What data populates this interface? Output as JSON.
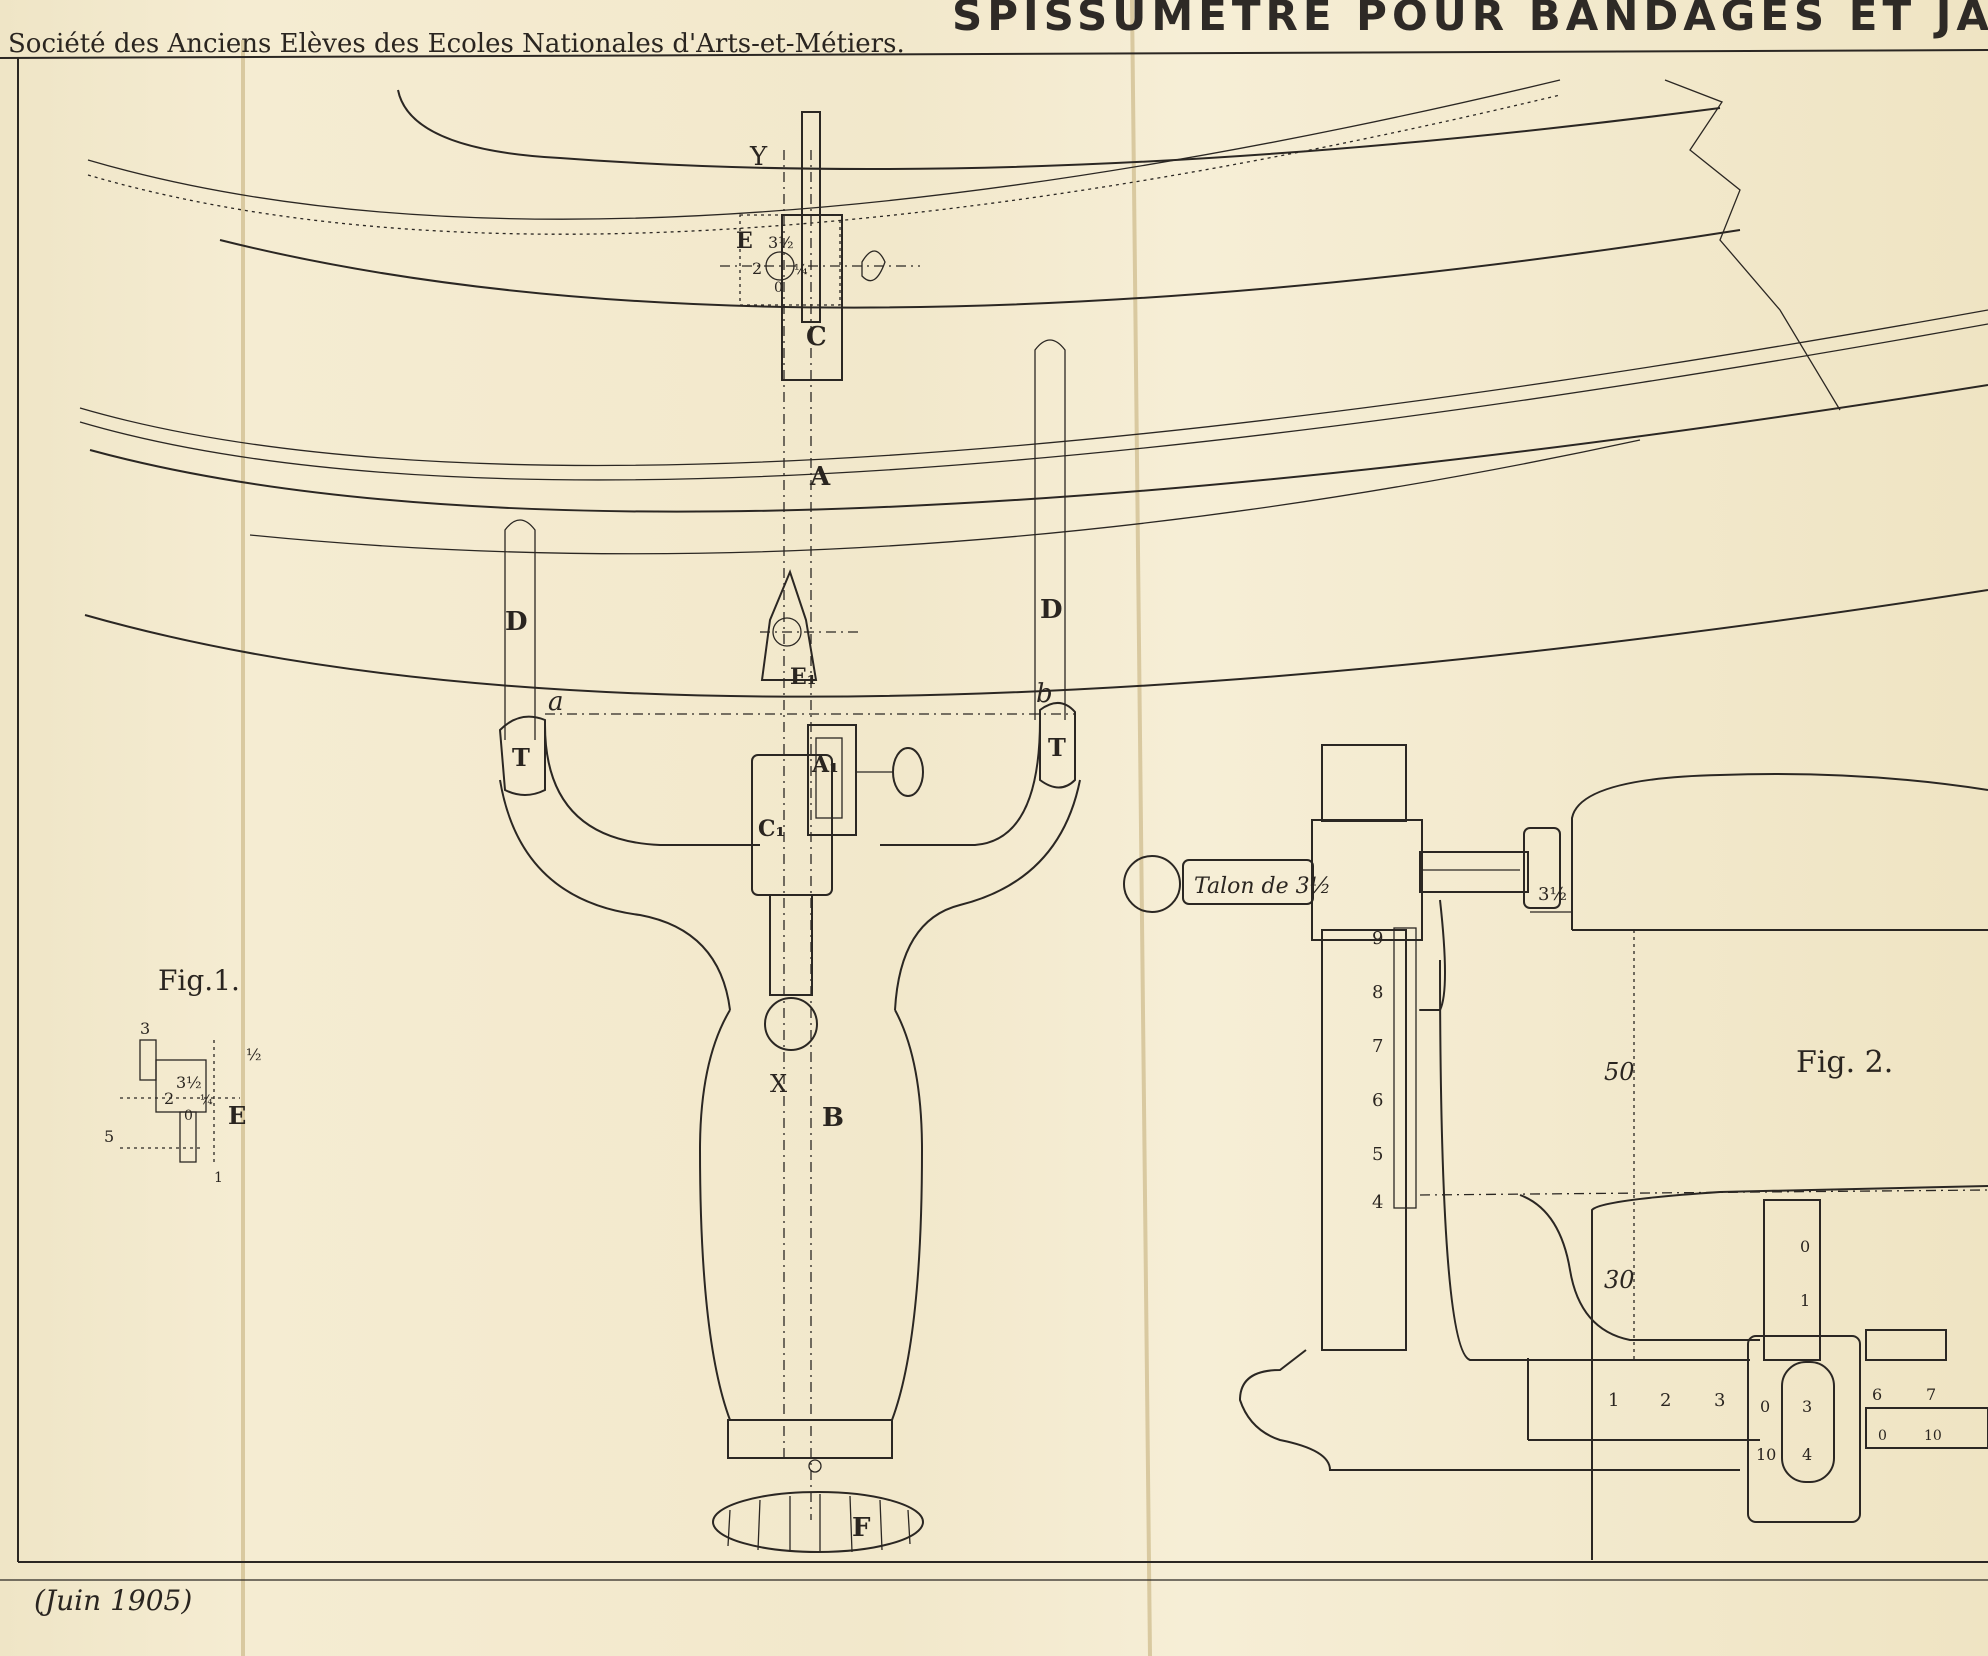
{
  "header": {
    "society": "Société des Anciens Elèves des Ecoles Nationales d'Arts-et-Métiers.",
    "title": "SPISSUMETRE POUR BANDAGES ET JA"
  },
  "footer": {
    "date": "(Juin 1905)"
  },
  "fig1": {
    "caption": "Fig.1.",
    "labels": {
      "n3": "3",
      "half": "½",
      "n3half": "3½",
      "quarter": "¼",
      "n2": "2",
      "n0": "0",
      "E": "E",
      "n5": "5",
      "n1": "1"
    }
  },
  "tool": {
    "labels": {
      "Y": "Y",
      "E": "E",
      "E_scale_top": "3½",
      "E_scale_left": "2",
      "E_scale_right": "¼",
      "E_scale_bottom": "0",
      "C": "C",
      "A": "A",
      "D_left": "D",
      "D_right": "D",
      "E1": "E₁",
      "a": "a",
      "b": "b",
      "T_left": "T",
      "T_right": "T",
      "A1": "A₁",
      "C1": "C₁",
      "X": "X",
      "B": "B",
      "F": "F"
    }
  },
  "fig2": {
    "caption": "Fig. 2.",
    "talon": "Talon de 3½",
    "half_dim": "3½",
    "dim_50": "50",
    "dim_30": "30",
    "vertical_scale": [
      "9",
      "8",
      "7",
      "6",
      "5",
      "4"
    ],
    "horizontal_scale": [
      "1",
      "2",
      "3"
    ],
    "vernier_v": [
      "0",
      "1"
    ],
    "vernier_h": [
      "0",
      "10"
    ],
    "vernier_h2": [
      "6",
      "7"
    ],
    "vernier_h2_sub": [
      "0",
      "10"
    ],
    "window": [
      "3",
      "4"
    ]
  }
}
